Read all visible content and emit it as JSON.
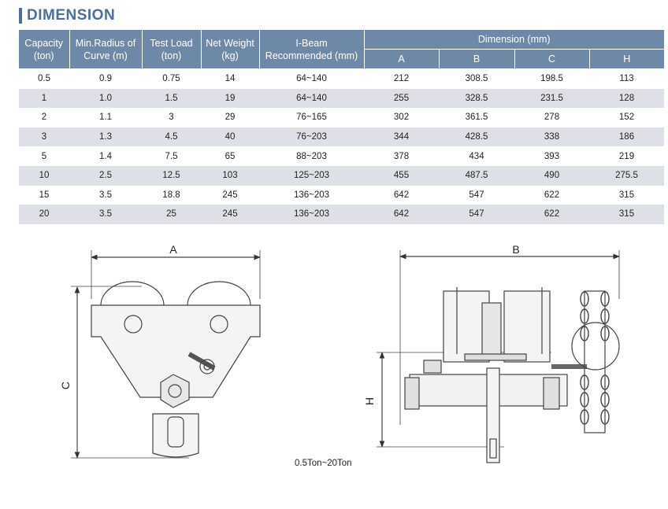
{
  "heading": "DIMENSION",
  "table": {
    "headers": {
      "capacity": [
        "Capacity",
        "(ton)"
      ],
      "radius": [
        "Min.Radius of",
        "Curve (m)"
      ],
      "test_load": [
        "Test Load",
        "(ton)"
      ],
      "net_weight": [
        "Net Weight",
        "(kg)"
      ],
      "ibeam": [
        "I-Beam",
        "Recommended (mm)"
      ],
      "dimension": "Dimension (mm)",
      "dims": [
        "A",
        "B",
        "C",
        "H"
      ]
    },
    "rows": [
      [
        "0.5",
        "0.9",
        "0.75",
        "14",
        "64~140",
        "212",
        "308.5",
        "198.5",
        "113"
      ],
      [
        "1",
        "1.0",
        "1.5",
        "19",
        "64~140",
        "255",
        "328.5",
        "231.5",
        "128"
      ],
      [
        "2",
        "1.1",
        "3",
        "29",
        "76~165",
        "302",
        "361.5",
        "278",
        "152"
      ],
      [
        "3",
        "1.3",
        "4.5",
        "40",
        "76~203",
        "344",
        "428.5",
        "338",
        "186"
      ],
      [
        "5",
        "1.4",
        "7.5",
        "65",
        "88~203",
        "378",
        "434",
        "393",
        "219"
      ],
      [
        "10",
        "2.5",
        "12.5",
        "103",
        "125~203",
        "455",
        "487.5",
        "490",
        "275.5"
      ],
      [
        "15",
        "3.5",
        "18.8",
        "245",
        "136~203",
        "642",
        "547",
        "622",
        "315"
      ],
      [
        "20",
        "3.5",
        "25",
        "245",
        "136~203",
        "642",
        "547",
        "622",
        "315"
      ]
    ]
  },
  "drawing": {
    "label_a": "A",
    "label_b": "B",
    "label_c": "C",
    "label_h": "H",
    "caption": "0.5Ton~20Ton"
  }
}
